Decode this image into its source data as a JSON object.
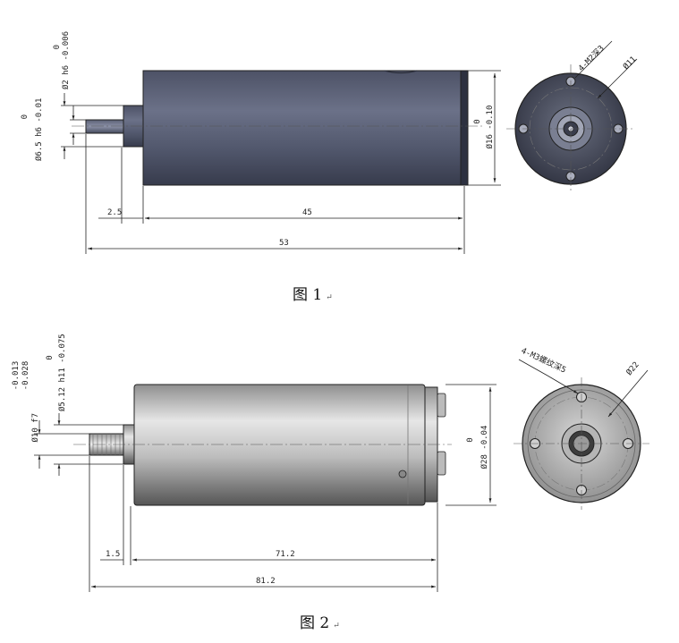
{
  "figures": [
    {
      "caption": "图 1",
      "dims": {
        "shaft_dia_tol": "0",
        "shaft_dia": "Ø2 h6 -0.006",
        "boss_dia_tol": "0",
        "boss_dia": "Ø6.5 h6 -0.01",
        "body_dia_tol": "0",
        "body_dia": "Ø16 -0.10",
        "boss_len": "2.5",
        "body_len": "45",
        "total_len": "53",
        "screw": "4-M2深3",
        "pcd": "Ø11"
      }
    },
    {
      "caption": "图 2",
      "dims": {
        "pinion_tol_top": "-0.013",
        "pinion_tol_bot": "-0.028",
        "pinion_dia": "Ø10 f7",
        "boss_tol_top": "0",
        "boss_dia": "Ø5.12 h11 -0.075",
        "body_dia_tol": "0",
        "body_dia": "Ø28 -0.04",
        "boss_len": "1.5",
        "body_len": "71.2",
        "total_len": "81.2",
        "screw": "4-M3螺纹深5",
        "pcd": "Ø22"
      }
    }
  ],
  "return_mark": "↵",
  "colors": {
    "motor1_dark": "#3e4356",
    "motor1_light": "#6b7188",
    "motor2_dark": "#5c5c5c",
    "motor2_light": "#d9d9d9",
    "line": "#222222"
  }
}
